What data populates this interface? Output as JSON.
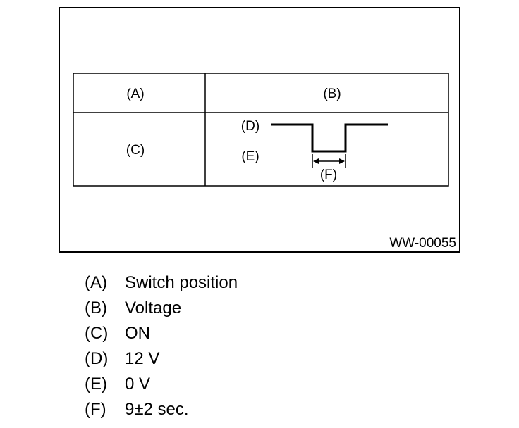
{
  "diagram": {
    "figure_id": "WW-00055",
    "table": {
      "header_left": "(A)",
      "header_right": "(B)",
      "row_label": "(C)",
      "wave_high_label": "(D)",
      "wave_low_label": "(E)",
      "duration_label": "(F)"
    }
  },
  "legend": [
    {
      "key": "(A)",
      "text": "Switch position"
    },
    {
      "key": "(B)",
      "text": "Voltage"
    },
    {
      "key": "(C)",
      "text": "ON"
    },
    {
      "key": "(D)",
      "text": "12 V"
    },
    {
      "key": "(E)",
      "text": "0 V"
    },
    {
      "key": "(F)",
      "text": "9±2 sec."
    }
  ]
}
